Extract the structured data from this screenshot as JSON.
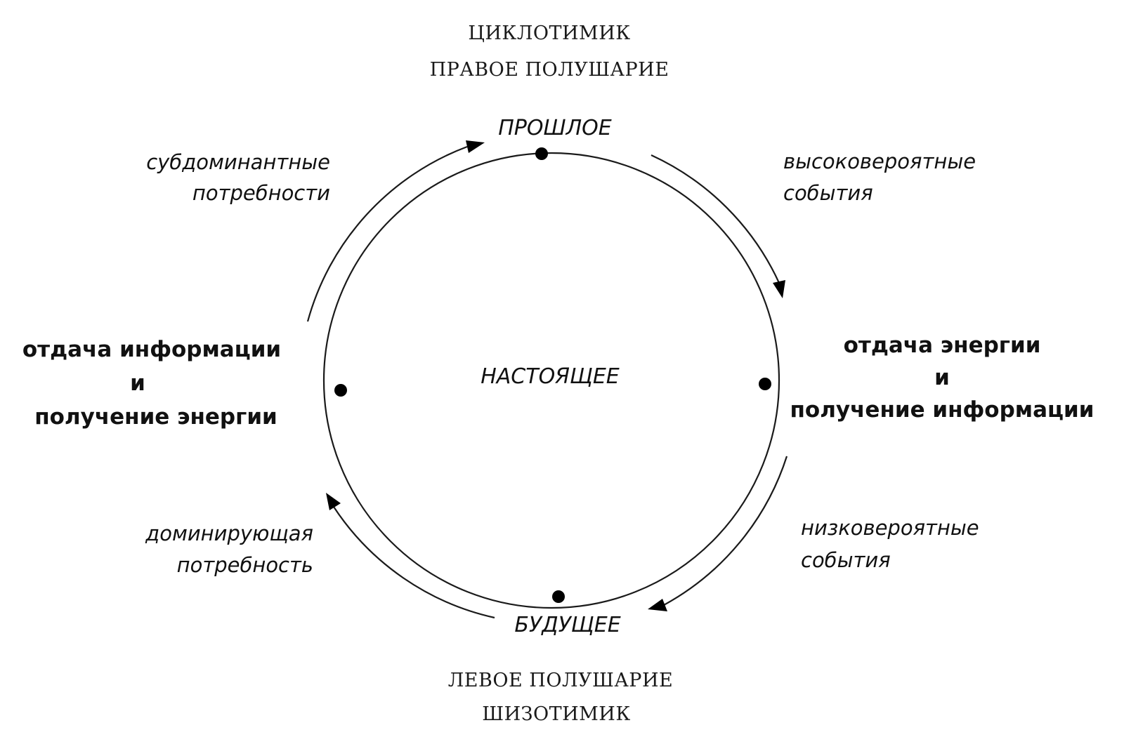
{
  "top": {
    "type": "ЦИКЛОТИМИК",
    "hemisphere": "ПРАВОЕ ПОЛУШАРИЕ"
  },
  "bottom": {
    "hemisphere": "ЛЕВОЕ ПОЛУШАРИЕ",
    "type": "ШИЗОТИМИК"
  },
  "nodes": {
    "past": "ПРОШЛОЕ",
    "future": "БУДУЩЕЕ",
    "present": "НАСТОЯЩЕЕ"
  },
  "arcs": {
    "top_left": [
      "субдоминантные",
      "потребности"
    ],
    "top_right": [
      "высоковероятные",
      "события"
    ],
    "bottom_right": [
      "низковероятные",
      "события"
    ],
    "bottom_left": [
      "доминирующая",
      "потребность"
    ]
  },
  "sides": {
    "left": [
      "отдача информации",
      "и",
      "получение энергии"
    ],
    "right": [
      "отдача энергии",
      "и",
      "получение информации"
    ]
  }
}
